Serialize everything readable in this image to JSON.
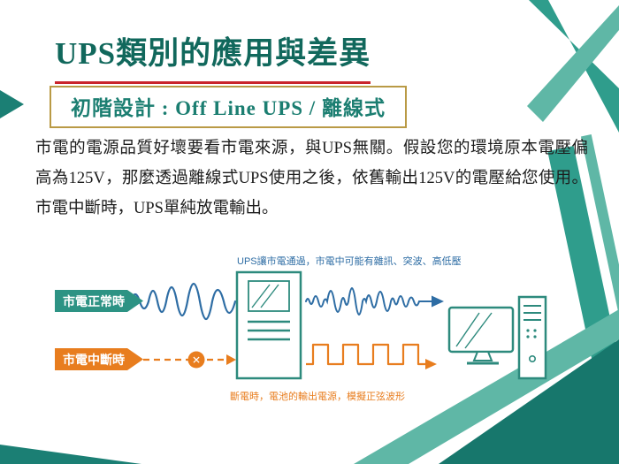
{
  "title": "UPS類別的應用與差異",
  "subtitle": "初階設計 : Off Line UPS / 離線式",
  "paragraph": "市電的電源品質好壞要看市電來源，與UPS無關。假設您的環境原本電壓偏高為125V，那麼透過離線式UPS使用之後，依舊輸出125V的電壓給您使用。市電中斷時，UPS單純放電輸出。",
  "diagram": {
    "top_caption": "UPS讓市電通過，市電中可能有雜訊、突波、高低壓",
    "normal_label": "市電正常時",
    "outage_label": "市電中斷時",
    "bottom_caption": "斷電時，電池的輸出電源，模擬正弦波形"
  },
  "icons": {
    "outage_x": "✕"
  },
  "colors": {
    "title_teal": "#11685c",
    "underline_red": "#c9242b",
    "subtitle_border_gold": "#b99a45",
    "subtitle_text_teal": "#1b7e71",
    "flow_normal_teal": "#2d9384",
    "flow_outage_orange": "#e87d1e",
    "wave_blue": "#2e6da4",
    "device_teal": "#2d8a7d",
    "deco_green": "#2f9d8c",
    "deco_dark_teal": "#17776c"
  }
}
